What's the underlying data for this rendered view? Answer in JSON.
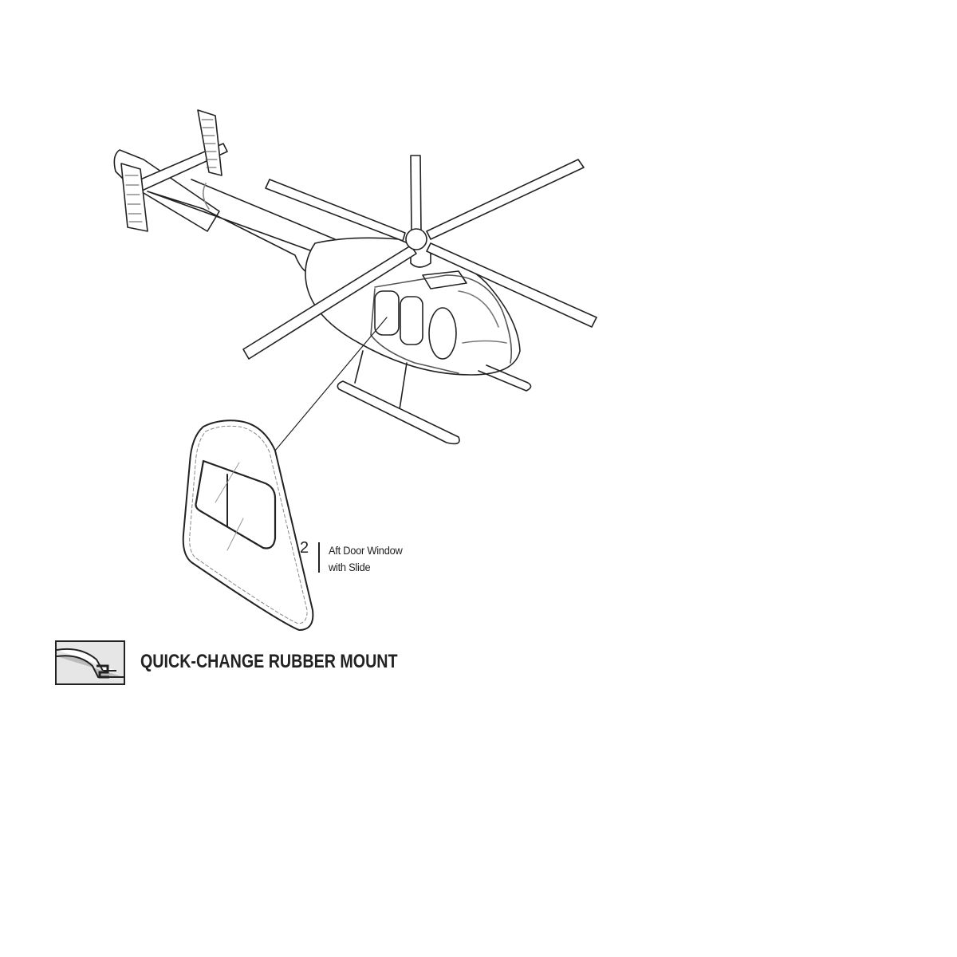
{
  "diagram": {
    "subject": "helicopter",
    "callouts": [
      {
        "number": "2",
        "line1": "Aft Door Window",
        "line2": "with Slide"
      }
    ],
    "legend": {
      "icon": "rubber-mount-icon",
      "title": "QUICK-CHANGE RUBBER MOUNT"
    },
    "colors": {
      "line": "#222222",
      "icon_fill": "#e6e6e6"
    }
  }
}
